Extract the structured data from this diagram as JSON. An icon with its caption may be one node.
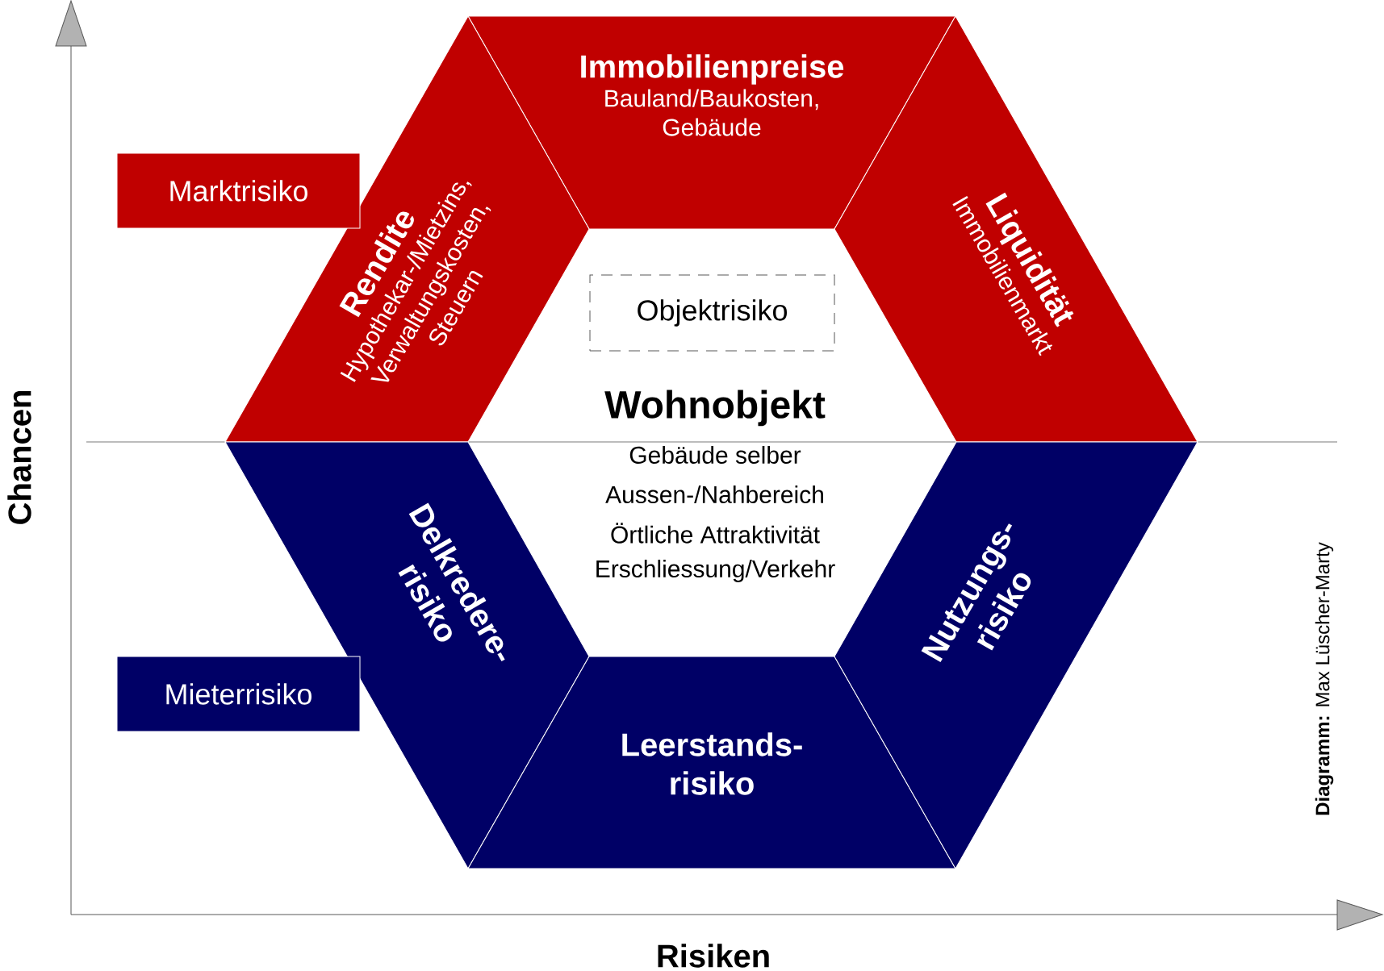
{
  "diagram": {
    "nodes": [
      {
        "text": [
          "Immobilienpreise",
          "Bauland/Baukosten, Gebäude"
        ]
      },
      {
        "text": [
          "Rendite",
          "Hypothekar-/Mietzins, Verwaltungskosten, Steuern"
        ]
      },
      {
        "text": [
          "Liquidität",
          "Immobilienmarkt"
        ]
      },
      {
        "text": [
          "Delkredere- risiko"
        ]
      },
      {
        "text": [
          "Leerstands- risiko"
        ]
      },
      {
        "text": [
          "Nutzungs- risiko"
        ]
      },
      {
        "text": [
          "Marktrisiko"
        ]
      },
      {
        "text": [
          "Mieterrisiko"
        ]
      },
      {
        "text": [
          "Objektrisiko"
        ]
      }
    ],
    "labels": [
      "Chancen",
      "Wohnobjekt",
      "Gebäude selber",
      "Aussen-/Nahbereich",
      "Örtliche Attraktivität",
      "Erschliessung/Verkehr",
      "**Diagramm:** Max Lüscher-Marty",
      "Risiken"
    ]
  }
}
